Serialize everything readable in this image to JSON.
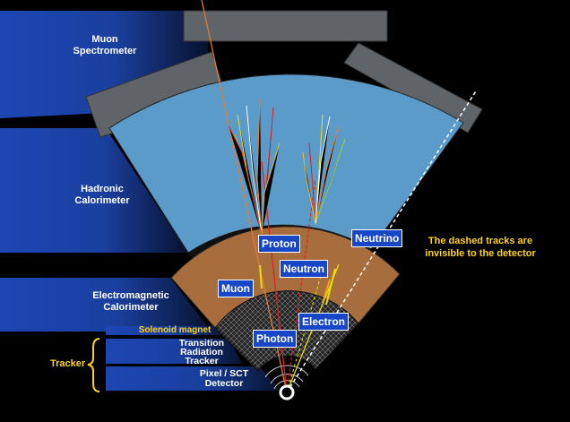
{
  "layers": {
    "muon": "Muon\nSpectrometer",
    "hadronic": "Hadronic\nCalorimeter",
    "em": "Electromagnetic\nCalorimeter",
    "solenoid": "Solenoid magnet",
    "trt": "Transition\nRadiation\nTracker",
    "pixel": "Pixel / SCT\nDetector",
    "tracker": "Tracker"
  },
  "particles": {
    "proton": "Proton",
    "neutron": "Neutron",
    "neutrino": "Neutrino",
    "muon": "Muon",
    "electron": "Electron",
    "photon": "Photon"
  },
  "note": "The dashed tracks are\ninvisible  to the  detector",
  "colors": {
    "band": "#1d46b4",
    "hadronic": "#5a9ac8",
    "em": "#a86d3c",
    "muon_chamber": "#5f6468",
    "note": "#ffd21a"
  }
}
